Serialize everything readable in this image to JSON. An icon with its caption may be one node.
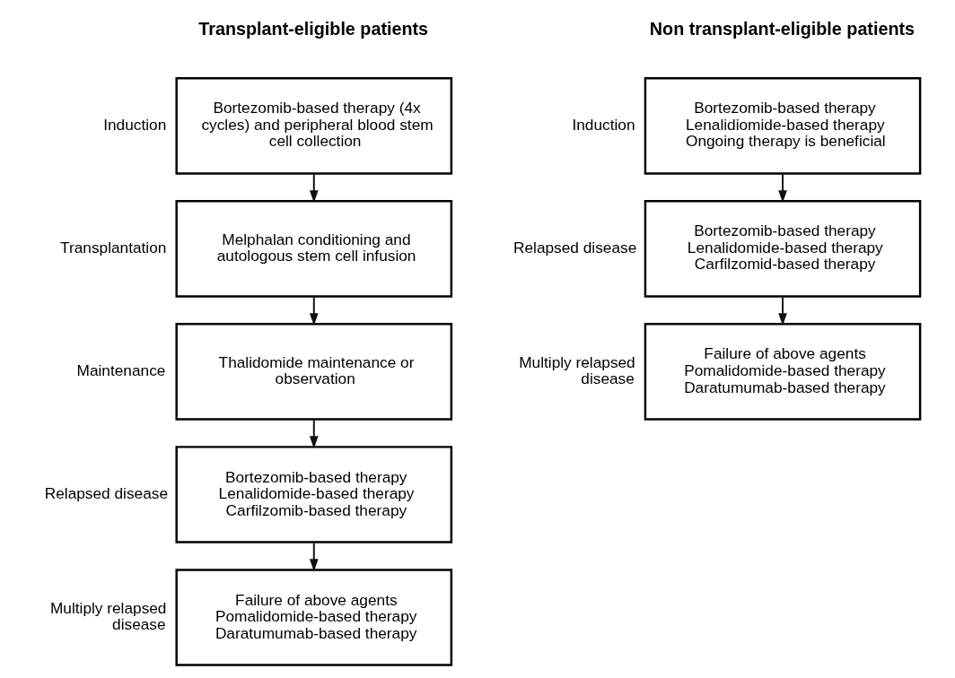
{
  "diagram": {
    "nodes": [
      {
        "text": [
          "Bortezomib-based therapy (4x cycles) and peripheral blood stem cell collection"
        ],
        "beside": [
          "Induction"
        ]
      },
      {
        "text": [
          "Melphalan conditioning and autologous stem cell infusion"
        ],
        "beside": [
          "Transplantation"
        ]
      },
      {
        "text": [
          "Thalidomide maintenance or observation"
        ],
        "beside": [
          "Maintenance"
        ]
      },
      {
        "text": [
          "Bortezomib-based therapy",
          "Lenalidomide-based therapy",
          "Carfilzomib-based therapy"
        ],
        "beside": [
          "Relapsed disease"
        ]
      },
      {
        "text": [
          "Failure of above agents",
          "Pomalidomide-based therapy",
          "Daratumumab-based therapy"
        ],
        "beside": [
          "Multiply relapsed disease"
        ]
      },
      {
        "text": [
          "Bortezomib-based therapy",
          "Lenalidiomide-based therapy",
          "Ongoing therapy is beneficial"
        ],
        "beside": [
          "Induction"
        ]
      },
      {
        "text": [
          "Bortezomib-based therapy",
          "Lenalidomide-based therapy",
          "Carfilzomid-based therapy"
        ],
        "beside": [
          "Relapsed disease"
        ]
      },
      {
        "text": [
          "Failure of above agents",
          "Pomalidomide-based therapy",
          "Daratumumab-based therapy"
        ],
        "beside": [
          "Multiply relapsed disease"
        ]
      }
    ],
    "edges": [
      {
        "from": 0,
        "to": 1,
        "arrow": "to"
      },
      {
        "from": 1,
        "to": 2,
        "arrow": "to"
      },
      {
        "from": 2,
        "to": 3,
        "arrow": "to"
      },
      {
        "from": 3,
        "to": 4,
        "arrow": "to"
      },
      {
        "from": 5,
        "to": 6,
        "arrow": "to"
      },
      {
        "from": 6,
        "to": 7,
        "arrow": "to"
      }
    ],
    "labels": [
      "Transplant-eligible patients",
      "Non transplant-eligible patients"
    ]
  }
}
